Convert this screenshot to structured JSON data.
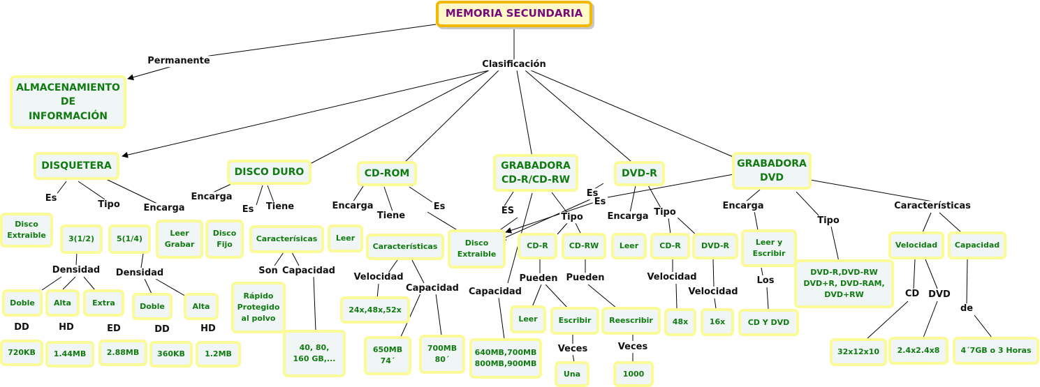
{
  "title": "MEMORIA SECUNDARIA",
  "nodes": {
    "almacenamiento": "ALMACENAMIENTO\nDE\nINFORMACIÓN",
    "disquetera": "DISQUETERA",
    "disco_duro": "DISCO DURO",
    "cd_rom": "CD-ROM",
    "grabadora_cd": "GRABADORA\nCD-R/CD-RW",
    "dvd_r": "DVD-R",
    "grabadora_dvd": "GRABADORA\nDVD",
    "disco_extraible_1": "Disco\nExtraible",
    "t312": "3(1/2)",
    "t514": "5(1/4)",
    "leer_grabar": "Leer\nGrabar",
    "disco_fijo": "Disco\nFijo",
    "caract_dd": "Caracterísicas",
    "leer_cdrom": "Leer",
    "caract_cdrom": "Características",
    "disco_extraible_2": "Disco\nExtraible",
    "cdr": "CD-R",
    "cdrw": "CD-RW",
    "leer_dvdr": "Leer",
    "cdr_dvdr": "CD-R",
    "dvdr_tipo": "DVD-R",
    "leer_escribir": "Leer y\nEscribir",
    "dvd_tipos": "DVD-R,DVD-RW\nDVD+R, DVD-RAM,\nDVD+RW",
    "velocidad_box": "Velocidad",
    "capacidad_box": "Capacidad",
    "doble_1": "Doble",
    "alta_1": "Alta",
    "extra": "Extra",
    "doble_2": "Doble",
    "alta_2": "Alta",
    "rapido": "Rápido\nProtegido\nal polvo",
    "cap_dd": "40, 80,\n160 GB,...",
    "vel_cdrom": "24x,48x,52x",
    "cap_650": "650MB\n74´",
    "cap_700": "700MB\n80´",
    "cap_gcd": "640MB,700MB\n800MB,900MB",
    "leer_gcd": "Leer",
    "escribir": "Escribir",
    "reescribir": "Reescribir",
    "una": "Una",
    "mil": "1000",
    "v48": "48x",
    "v16": "16x",
    "cd_dvd": "CD Y DVD",
    "kb720": "720KB",
    "mb144": "1.44MB",
    "mb288": "2.88MB",
    "kb360": "360KB",
    "mb12": "1.2MB",
    "cd_speed": "32x12x10",
    "dvd_speed": "2.4x2.4x8",
    "dvd_cap": "4´7GB o 3 Horas"
  },
  "labels": {
    "permanente": "Permanente",
    "clasificacion": "Clasificación",
    "es_disq": "Es",
    "tipo_disq": "Tipo",
    "encarga_disq": "Encarga",
    "encarga_dd": "Encarga",
    "es_dd": "Es",
    "tiene_dd": "Tiene",
    "encarga_cdrom": "Encarga",
    "tiene_cdrom": "Tiene",
    "es_cdrom": "Es",
    "es_gcd": "ES",
    "tipo_gcd": "Tipo",
    "es_dvdr": "Es",
    "es_gdvd": "Es",
    "encarga_dvdr": "Encarga",
    "tipo_dvdr": "Tipo",
    "encarga_gdvd": "Encarga",
    "tipo_gdvd": "Tipo",
    "caract_gdvd": "Características",
    "densidad_1": "Densidad",
    "densidad_2": "Densidad",
    "son": "Son",
    "capacidad_dd": "Capacidad",
    "velocidad_cdrom": "Velocidad",
    "capacidad_cdrom": "Capacidad",
    "capacidad_gcd": "Capacidad",
    "pueden_1": "Pueden",
    "pueden_2": "Pueden",
    "velocidad_cdr": "Velocidad",
    "velocidad_dvdr": "Velocidad",
    "los": "Los",
    "cd": "CD",
    "dvd": "DVD",
    "de": "de",
    "dd_1": "DD",
    "hd_1": "HD",
    "ed": "ED",
    "dd_2": "DD",
    "hd_2": "HD",
    "veces_1": "Veces",
    "veces_2": "Veces"
  },
  "colors": {
    "node_fill": "#f0f6f6",
    "node_border": "#fafa96",
    "node_text": "#117a11",
    "root_fill": "#fff9c8",
    "root_border": "#f4b800",
    "root_text": "#7a0a7a"
  }
}
